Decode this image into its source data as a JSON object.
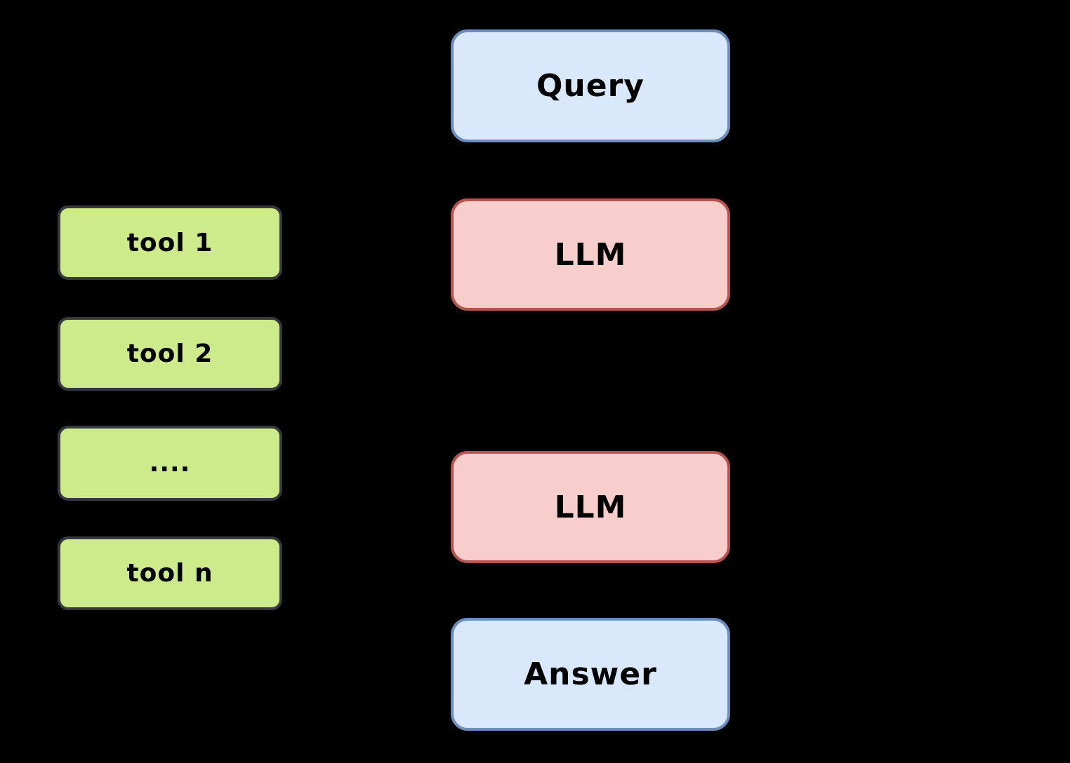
{
  "colors": {
    "background": "#000000",
    "io_fill": "#dae8fc",
    "io_stroke": "#6c8ebf",
    "llm_fill": "#f8cecc",
    "llm_stroke": "#b85450",
    "tool_fill": "#cdeb8b",
    "tool_stroke": "#36393d",
    "text": "#000000"
  },
  "diagram": {
    "tools": [
      {
        "label": "tool 1"
      },
      {
        "label": "tool 2"
      },
      {
        "label": "...."
      },
      {
        "label": "tool n"
      }
    ],
    "flow": [
      {
        "label": "Query"
      },
      {
        "label": "LLM"
      },
      {
        "label": "LLM"
      },
      {
        "label": "Answer"
      }
    ]
  }
}
